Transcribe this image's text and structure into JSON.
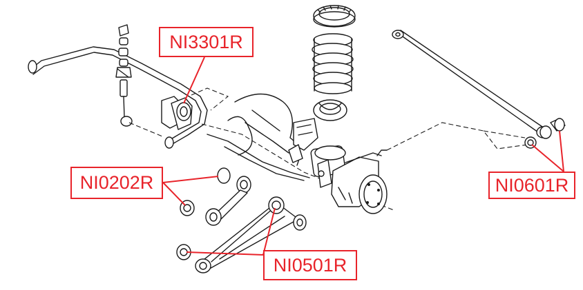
{
  "callouts": {
    "stabilizer_bushing": "NI3301R",
    "trailing_link_bushing": "NI0202R",
    "lower_arm_bushing": "NI0501R",
    "lateral_link_bushing": "NI0601R"
  },
  "colors": {
    "callout": "#e8232a",
    "line_art": "#1a1a1a",
    "background": "#ffffff"
  }
}
